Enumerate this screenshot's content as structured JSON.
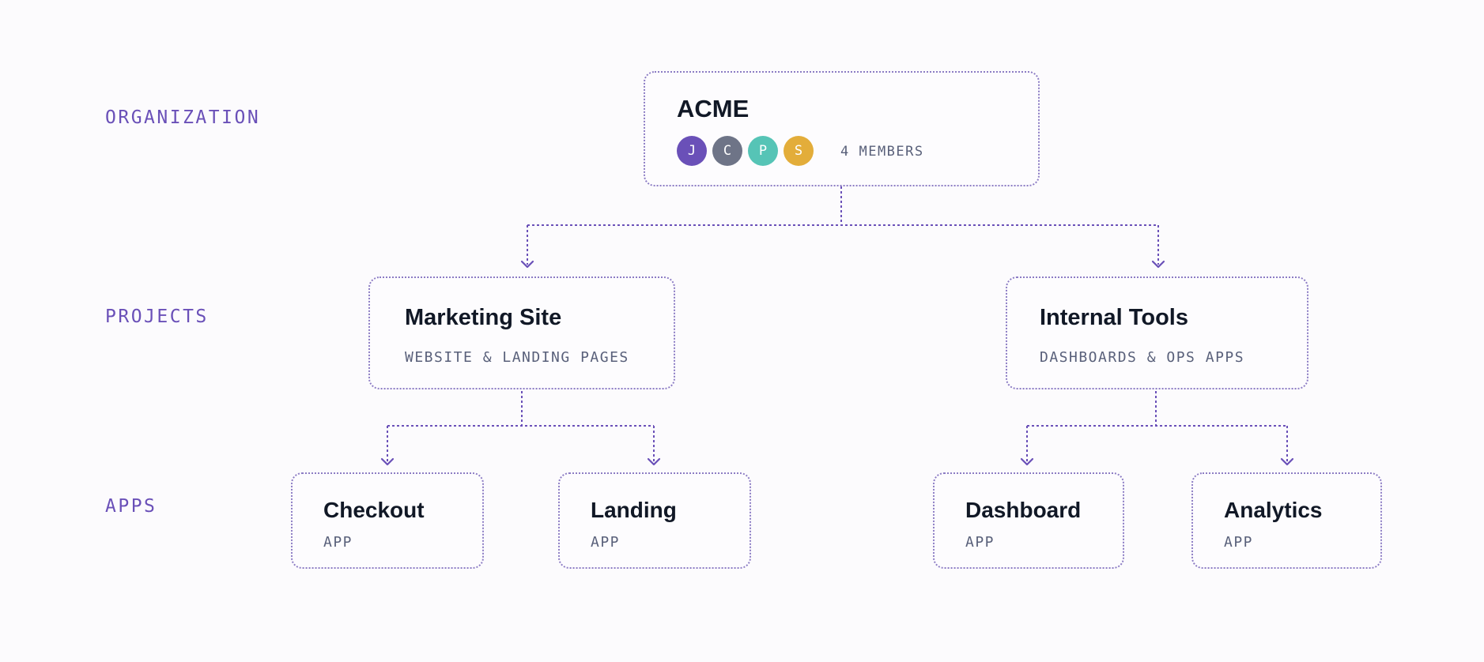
{
  "tiers": {
    "organization": "ORGANIZATION",
    "projects": "PROJECTS",
    "apps": "APPS"
  },
  "organization": {
    "name": "ACME",
    "members_label": "4 MEMBERS",
    "avatars": [
      {
        "initial": "J",
        "color": "#6a50b8"
      },
      {
        "initial": "C",
        "color": "#6e7487"
      },
      {
        "initial": "P",
        "color": "#56c4b6"
      },
      {
        "initial": "S",
        "color": "#e3ad3a"
      }
    ]
  },
  "projects": [
    {
      "name": "Marketing Site",
      "description": "WEBSITE & LANDING PAGES"
    },
    {
      "name": "Internal Tools",
      "description": "DASHBOARDS & OPS APPS"
    }
  ],
  "apps": [
    {
      "name": "Checkout",
      "type": "APP"
    },
    {
      "name": "Landing",
      "type": "APP"
    },
    {
      "name": "Dashboard",
      "type": "APP"
    },
    {
      "name": "Analytics",
      "type": "APP"
    }
  ],
  "colors": {
    "accent": "#6a50b8",
    "border": "#8c7cc4",
    "text": "#111826",
    "muted": "#59607a",
    "background": "#fcfbfd"
  }
}
